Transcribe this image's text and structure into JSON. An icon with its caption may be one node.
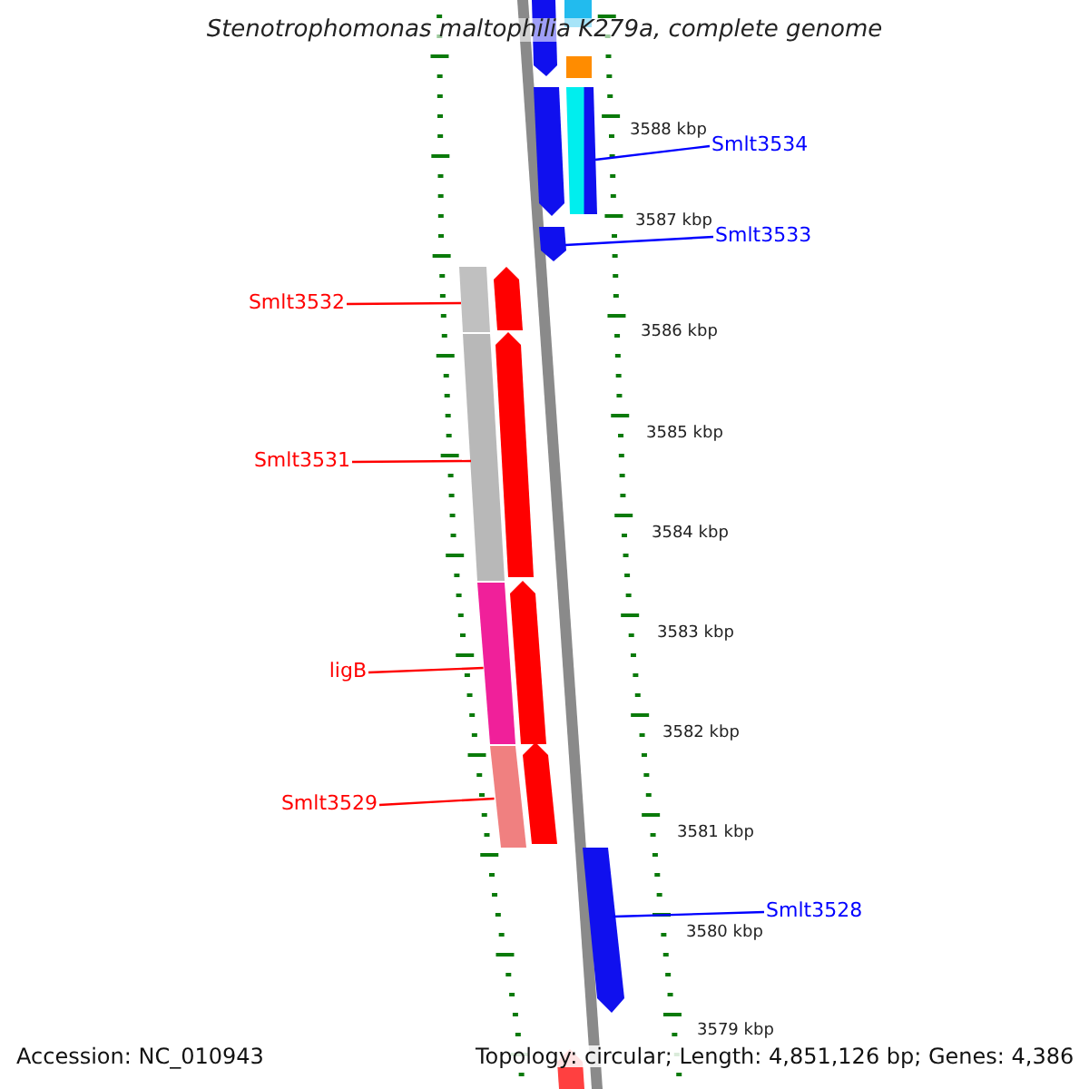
{
  "diagram": {
    "title": "Stenotrophomonas maltophilia K279a, complete genome",
    "nodes": [
      {
        "text": [
          "Smlt3534"
        ]
      },
      {
        "text": [],
        "shape": "bar"
      },
      {
        "text": [
          "Smlt3533"
        ]
      },
      {
        "text": [],
        "shape": "bar"
      },
      {
        "text": [
          "Smlt3532"
        ]
      },
      {
        "text": [],
        "shape": "bar"
      },
      {
        "text": [
          "Smlt3531"
        ]
      },
      {
        "text": [],
        "shape": "bar"
      },
      {
        "text": [
          "ligB"
        ]
      },
      {
        "text": [],
        "shape": "bar"
      },
      {
        "text": [
          "Smlt3529"
        ]
      },
      {
        "text": [],
        "shape": "bar"
      },
      {
        "text": [
          "Smlt3528"
        ]
      },
      {
        "text": [],
        "shape": "bar"
      }
    ],
    "edges": [
      {
        "from": 0,
        "to": 1,
        "arrow": "none",
        "color": "#0000ff"
      },
      {
        "from": 2,
        "to": 3,
        "arrow": "none",
        "color": "#0000ff"
      },
      {
        "from": 4,
        "to": 5,
        "arrow": "none"
      },
      {
        "from": 6,
        "to": 7,
        "arrow": "none"
      },
      {
        "from": 8,
        "to": 9,
        "arrow": "none"
      },
      {
        "from": 10,
        "to": 11,
        "arrow": "none"
      },
      {
        "from": 12,
        "to": 13,
        "arrow": "none",
        "color": "#0000ff"
      }
    ],
    "labels": [
      "3588 kbp",
      "3587 kbp",
      "3586 kbp",
      "3585 kbp",
      "3584 kbp",
      "3583 kbp",
      "3582 kbp",
      "3581 kbp",
      "3580 kbp",
      "3579 kbp",
      "Accession: NC_010943",
      "Topology: circular; Length: 4,851,126 bp; Genes: 4,386"
    ]
  }
}
